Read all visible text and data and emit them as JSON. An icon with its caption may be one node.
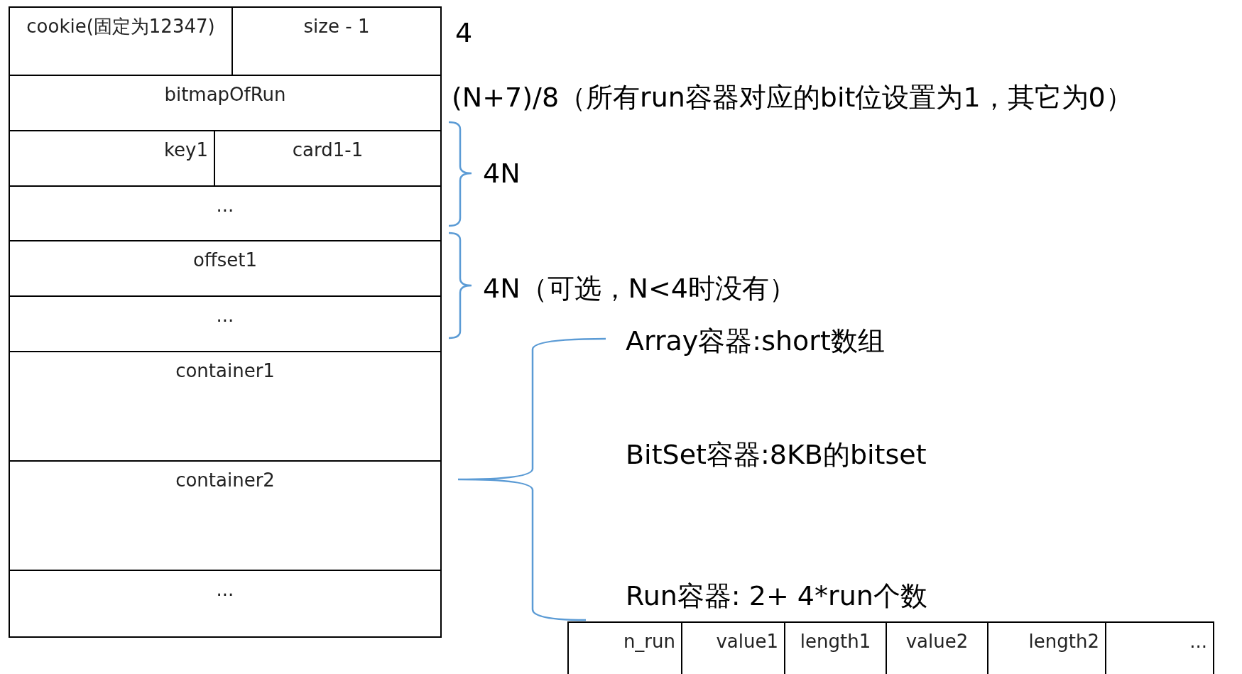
{
  "diagram": {
    "nodes": [
      {
        "text": [
          "cookie(固定为12347)"
        ]
      },
      {
        "text": [
          "size - 1"
        ]
      },
      {
        "text": [
          "bitmapOfRun"
        ]
      },
      {
        "text": [
          "key1"
        ]
      },
      {
        "text": [
          "card1-1"
        ]
      },
      {
        "text": [
          "..."
        ]
      },
      {
        "text": [
          "offset1"
        ]
      },
      {
        "text": [
          "..."
        ]
      },
      {
        "text": [
          "container1"
        ]
      },
      {
        "text": [
          "container2"
        ]
      },
      {
        "text": [
          "..."
        ]
      },
      {
        "text": [
          "n_run"
        ]
      },
      {
        "text": [
          "value1"
        ]
      },
      {
        "text": [
          "length1"
        ]
      },
      {
        "text": [
          "value2"
        ]
      },
      {
        "text": [
          "length2"
        ]
      },
      {
        "text": [
          "..."
        ]
      }
    ],
    "edges": [],
    "labels": [
      "4",
      "(N+7)/8（所有run容器对应的bit位设置为1，其它为0）",
      "4N",
      "4N（可选，N<4时没有）",
      "Array容器:short数组",
      "BitSet容器:8KB的bitset",
      "Run容器: 2+ 4*run个数"
    ]
  }
}
